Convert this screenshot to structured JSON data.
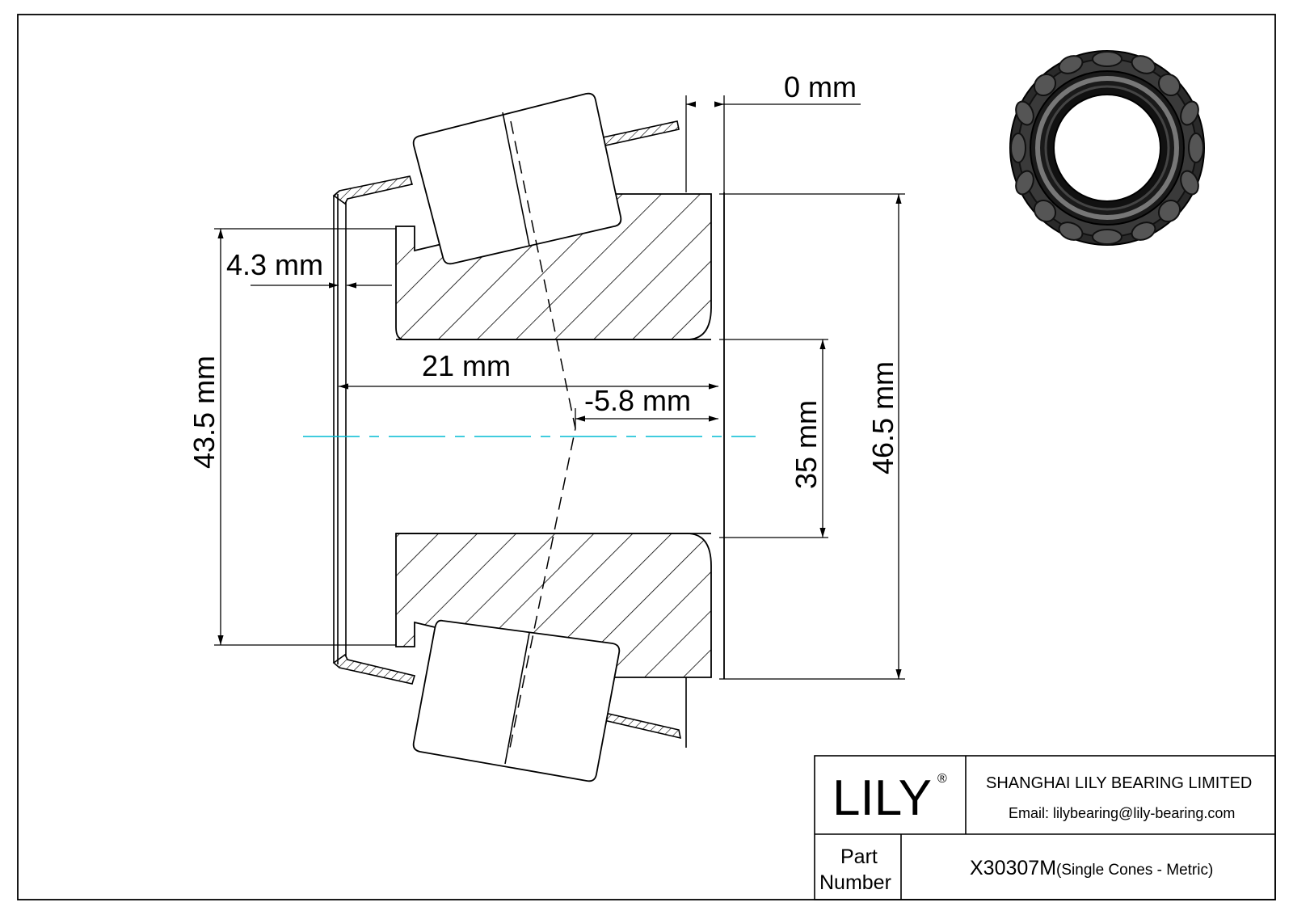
{
  "dimensions": {
    "top_offset": "0 mm",
    "flange_width": "4.3 mm",
    "cone_width": "21 mm",
    "effective_center": "-5.8 mm",
    "rib_diameter": "43.5 mm",
    "bore": "35 mm",
    "outer_diameter": "46.5 mm"
  },
  "title_block": {
    "logo": "LILY",
    "registered_mark": "®",
    "company": "SHANGHAI LILY BEARING LIMITED",
    "email": "Email: lilybearing@lily-bearing.com",
    "part_label_line1": "Part",
    "part_label_line2": "Number",
    "part_number": "X30307M",
    "part_description": "(Single Cones - Metric)"
  },
  "colors": {
    "line": "#000000",
    "centerline": "#00bcd4",
    "hatch": "#000000"
  }
}
